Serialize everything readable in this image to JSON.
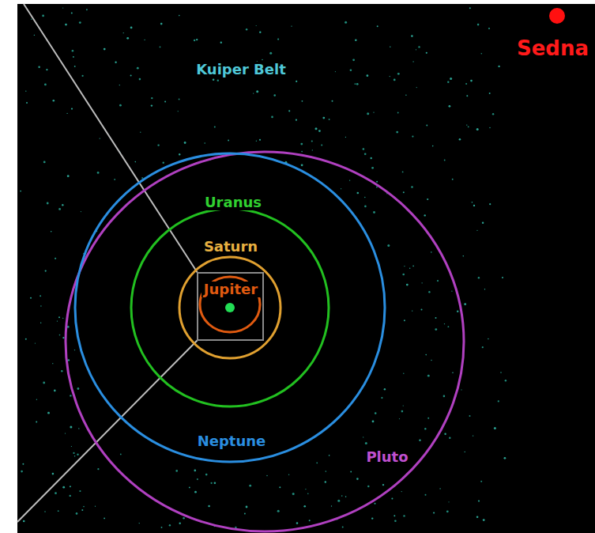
{
  "diagram": {
    "labels": [
      "Kuiper Belt",
      "Uranus",
      "Saturn",
      "Jupiter",
      "Neptune",
      "Pluto",
      "Sedna"
    ]
  }
}
